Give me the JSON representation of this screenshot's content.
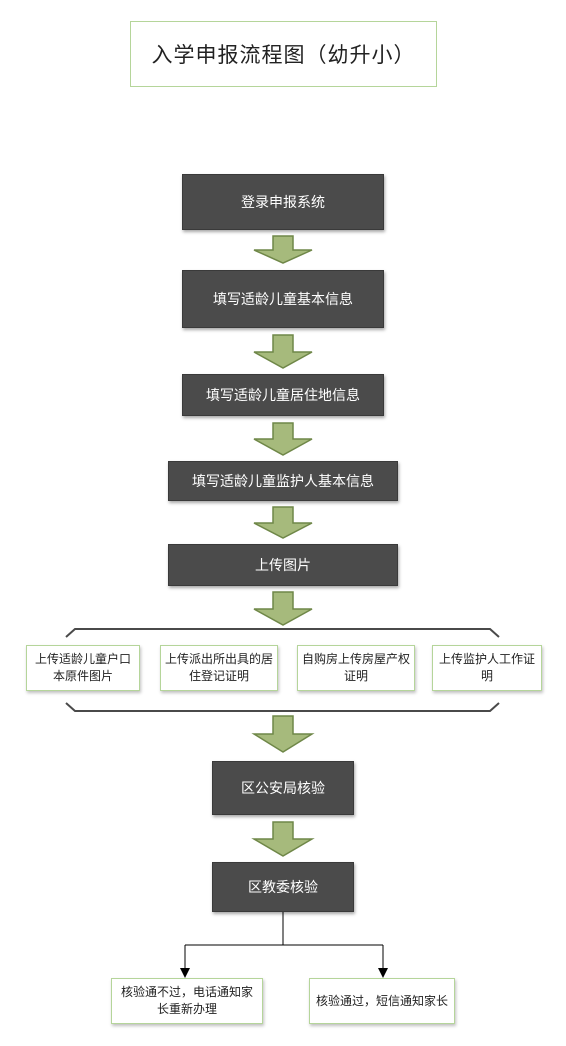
{
  "title": "入学申报流程图（幼升小）",
  "steps": [
    "登录申报系统",
    "填写适龄儿童基本信息",
    "填写适龄儿童居住地信息",
    "填写适龄儿童监护人基本信息",
    "上传图片",
    "区公安局核验",
    "区教委核验"
  ],
  "uploads": [
    "上传适龄儿童户口本原件图片",
    "上传派出所出具的居住登记证明",
    "自购房上传房屋产权证明",
    "上传监护人工作证明"
  ],
  "outcomes": [
    "核验通不过，电话通知家长重新办理",
    "核验通过，短信通知家长"
  ],
  "colors": {
    "step_fill": "#4b4b4b",
    "arrow_fill": "#a6ba7c",
    "arrow_stroke": "#6f8748",
    "border_green": "#b5d59a"
  }
}
